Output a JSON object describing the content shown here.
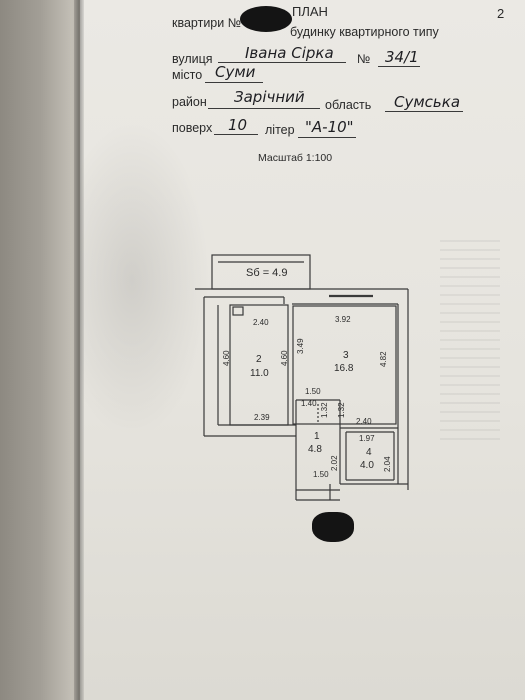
{
  "document": {
    "page_number": "2",
    "title_fragment": "ПЛАН",
    "apartment_label": "квартири №",
    "building_type": "будинку квартирного типу",
    "street_label": "вулиця",
    "street_value": "Івана Сірка",
    "number_label": "№",
    "number_value": "34/1",
    "city_label": "місто",
    "city_value": "Суми",
    "district_label": "район",
    "district_value": "Зарічний",
    "region_label": "область",
    "region_value": "Сумська",
    "floor_label": "поверх",
    "floor_value": "10",
    "letter_label": "літер",
    "letter_value": "\"А-10\"",
    "scale": "Масштаб 1:100"
  },
  "plan": {
    "balcony": "Sб = 4.9",
    "rooms": [
      {
        "number": "2",
        "area": "11.0"
      },
      {
        "number": "3",
        "area": "16.8"
      },
      {
        "number": "1",
        "area": "4.8"
      },
      {
        "number": "4",
        "area": "4.0"
      }
    ],
    "dimensions": {
      "room2_top": "2.40",
      "room2_left": "4.60",
      "room2_right": "4.60",
      "room2_bottom": "2.39",
      "room3_top": "3.92",
      "room3_left": "3.49",
      "room3_right": "4.82",
      "room3_bottom": "2.40",
      "hall_width": "1.50",
      "hall_inner": "1.40",
      "hall_height_a": "1.32",
      "hall_height_b": "1.32",
      "room1_height": "2.02",
      "room1_bottom": "1.50",
      "room4_top": "1.97",
      "room4_right": "2.04"
    }
  }
}
